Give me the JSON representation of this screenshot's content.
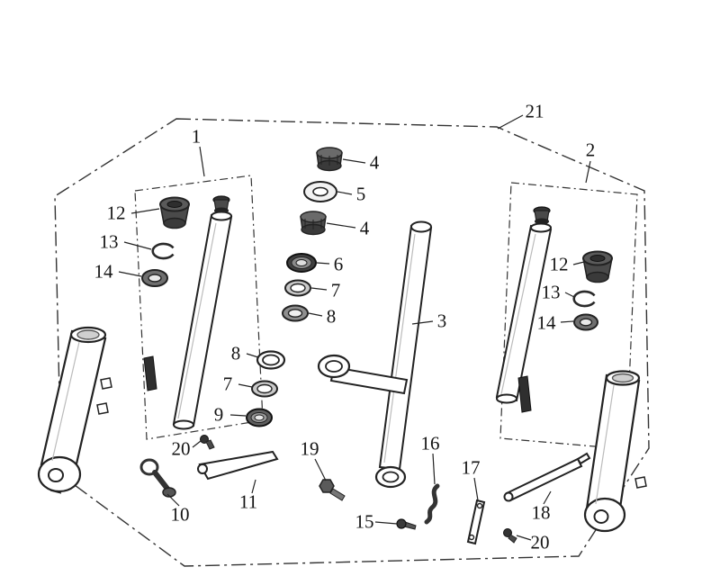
{
  "page": {
    "background": "#ffffff",
    "line_color": "#1a1a1a"
  },
  "labels": [
    {
      "text": "1"
    },
    {
      "text": "2"
    },
    {
      "text": "21"
    },
    {
      "text": "4"
    },
    {
      "text": "5"
    },
    {
      "text": "4"
    },
    {
      "text": "6"
    },
    {
      "text": "7"
    },
    {
      "text": "8"
    },
    {
      "text": "3"
    },
    {
      "text": "12"
    },
    {
      "text": "13"
    },
    {
      "text": "14"
    },
    {
      "text": "12"
    },
    {
      "text": "13"
    },
    {
      "text": "14"
    },
    {
      "text": "8"
    },
    {
      "text": "7"
    },
    {
      "text": "9"
    },
    {
      "text": "20"
    },
    {
      "text": "11"
    },
    {
      "text": "19"
    },
    {
      "text": "10"
    },
    {
      "text": "16"
    },
    {
      "text": "15"
    },
    {
      "text": "17"
    },
    {
      "text": "18"
    },
    {
      "text": "20"
    }
  ]
}
